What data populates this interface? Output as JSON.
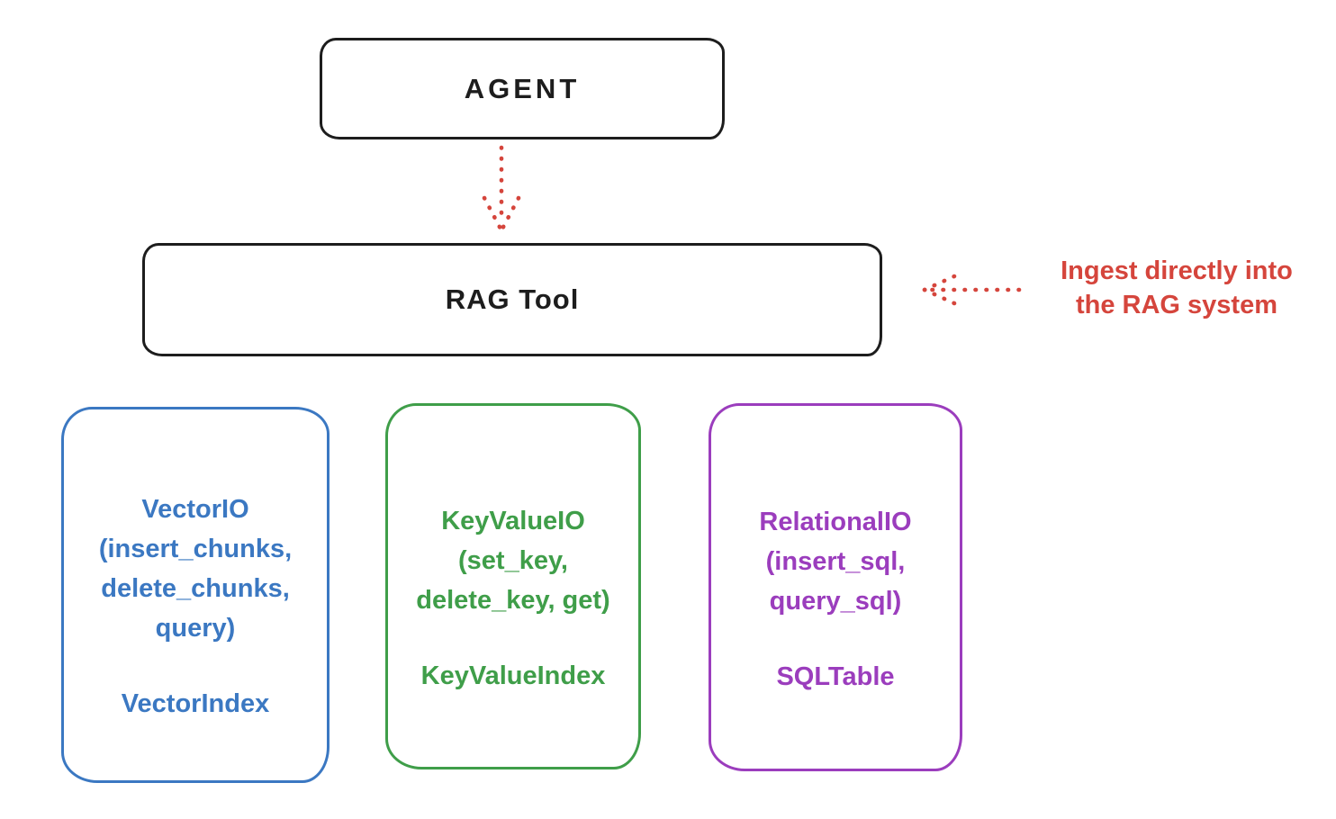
{
  "colors": {
    "stroke_black": "#1d1d1d",
    "red": "#d5453c",
    "blue": "#3b78c2",
    "green": "#3f9e49",
    "purple": "#9b3dbd",
    "background": "#ffffff"
  },
  "nodes": {
    "agent": {
      "label": "AGENT"
    },
    "rag_tool": {
      "label": "RAG Tool"
    },
    "vector_io": {
      "lines": [
        "VectorIO",
        "(insert_chunks,",
        "delete_chunks,",
        "query)"
      ],
      "index_label": "VectorIndex",
      "color": "#3b78c2"
    },
    "key_value_io": {
      "lines": [
        "KeyValueIO",
        "(set_key,",
        "delete_key, get)"
      ],
      "index_label": "KeyValueIndex",
      "color": "#3f9e49"
    },
    "relational_io": {
      "lines": [
        "RelationalIO",
        "(insert_sql,",
        "query_sql)"
      ],
      "index_label": "SQLTable",
      "color": "#9b3dbd"
    }
  },
  "arrows": {
    "agent_to_rag_tool": {
      "style": "dotted",
      "direction": "down",
      "color": "#d5453c"
    },
    "ingest_into_rag": {
      "style": "dotted",
      "direction": "left",
      "color": "#d5453c"
    }
  },
  "annotation": {
    "line1": "Ingest directly into",
    "line2": "the RAG system",
    "color": "#d5453c"
  }
}
